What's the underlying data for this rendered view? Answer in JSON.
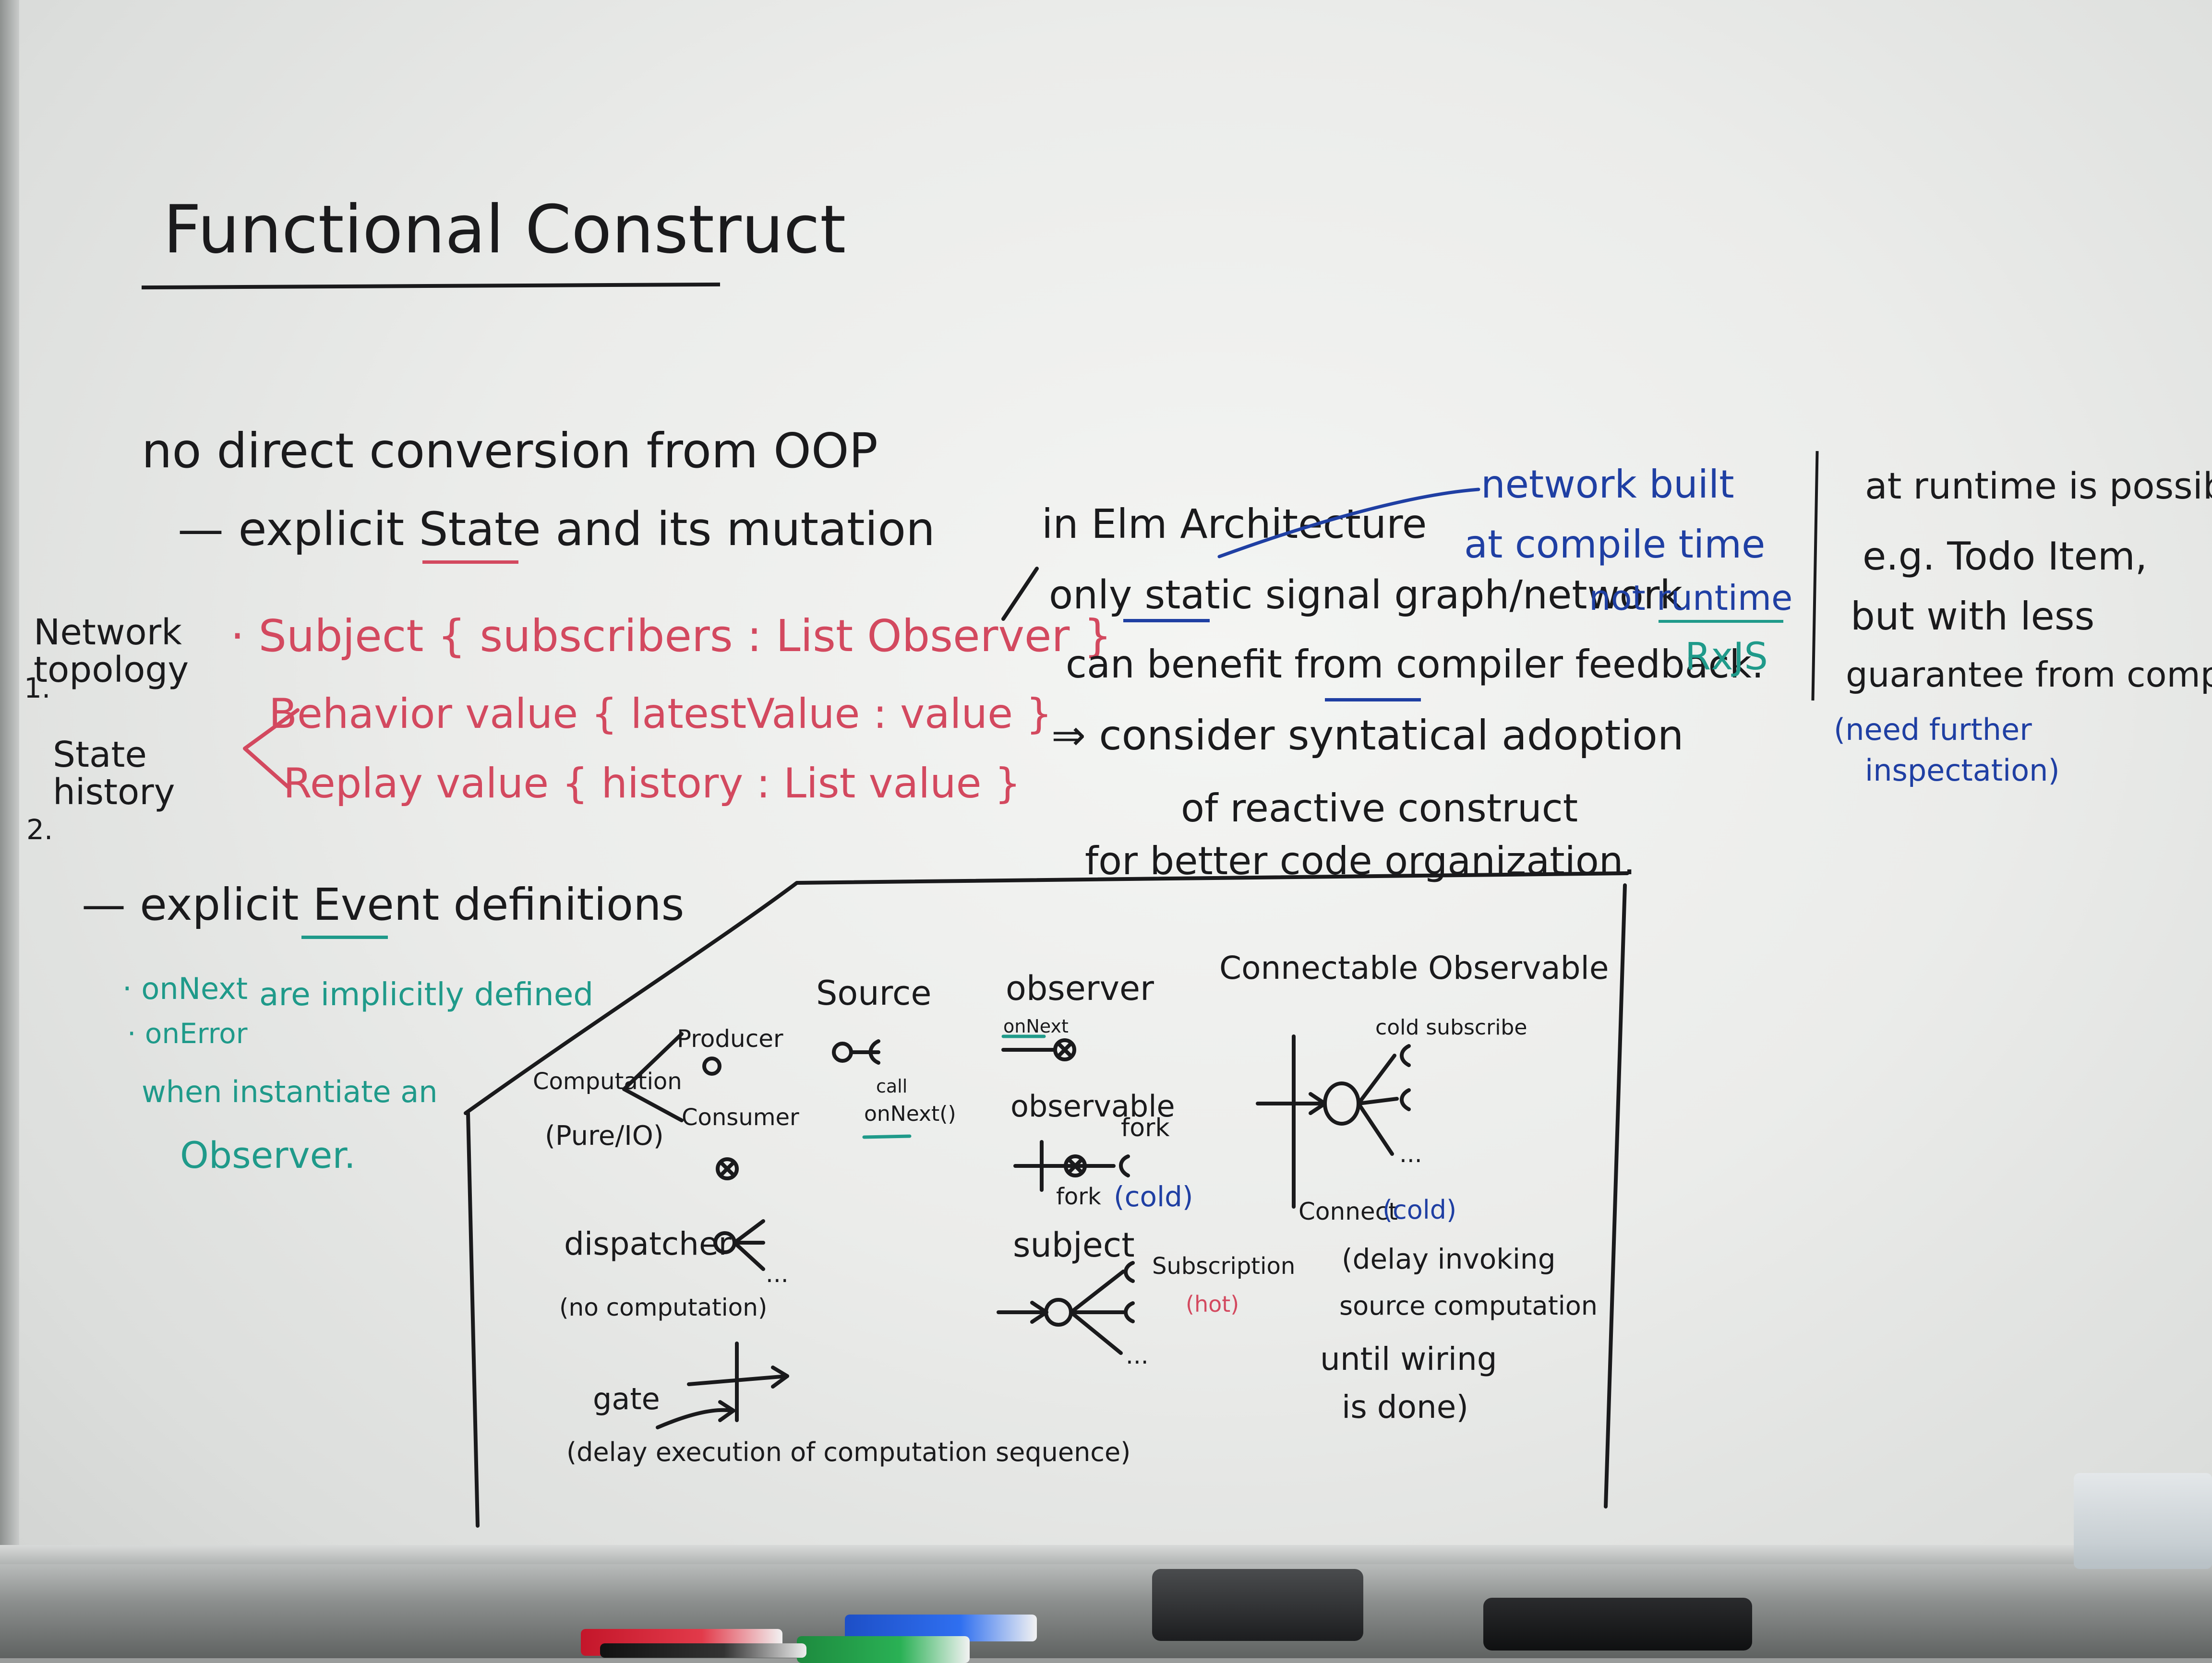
{
  "title": "Functional Construct",
  "left_column": {
    "line1": "no direct conversion from OOP",
    "line2": "— explicit State and its mutation",
    "side_label_1": "Network topology",
    "side_num_1": "1.",
    "side_label_2": "State history",
    "side_num_2": "2.",
    "red_line1": "· Subject { subscribers : List Observer }",
    "red_line2": "Behavior value { latestValue : value }",
    "red_line3": "Replay value { history : List value }",
    "line3": "— explicit Event definitions",
    "teal_line1": "· onNext",
    "teal_line2": "· onError",
    "teal_note1": "are implicitly defined",
    "teal_note2": "when instantiate an",
    "teal_note3": "Observer."
  },
  "middle_column": {
    "line1": "in Elm Architecture",
    "line2": "only static signal graph/network",
    "line3": "can benefit from compiler feedback.",
    "line4": "⇒ consider syntatical adoption",
    "line5": "of reactive construct",
    "line6": "for better code organization.",
    "blue_note1": "network built",
    "blue_note2": "at compile time",
    "blue_note3": "not runtime",
    "teal_note": "RxJS"
  },
  "right_column": {
    "line1": "at runtime is possible,",
    "line2": "e.g. Todo Item,",
    "line3": "but with less",
    "line4": "guarantee from compiler",
    "blue_note1": "(need further",
    "blue_note2": "inspectation)"
  },
  "diagram": {
    "computation": "Computation",
    "computation_sub": "(Pure/IO)",
    "producer": "Producer",
    "consumer": "Consumer",
    "source": "Source",
    "source_sub1": "call",
    "source_sub2": "onNext()",
    "observer": "observer",
    "observer_sub": "onNext",
    "observable": "observable",
    "fork": "fork",
    "fork2": "fork",
    "cold": "(cold)",
    "dispatcher": "dispatcher",
    "dispatcher_sub": "(no computation)",
    "subject": "subject",
    "subscription": "Subscription",
    "hot": "(hot)",
    "gate": "gate",
    "gate_sub": "(delay execution of computation sequence)",
    "connectable": "Connectable Observable",
    "cold_subscribe": "cold subscribe",
    "connect": "Connect",
    "connect_cold": "(cold)",
    "delay1": "(delay invoking",
    "delay2": "source computation",
    "delay3": "until wiring",
    "delay4": "is done)",
    "ellipsis": "..."
  },
  "colors": {
    "black_ink": "#1a1a1c",
    "red_ink": "#d3495f",
    "blue_ink": "#1f3fa3",
    "teal_ink": "#1f9a8a",
    "board": "#ebecea"
  }
}
